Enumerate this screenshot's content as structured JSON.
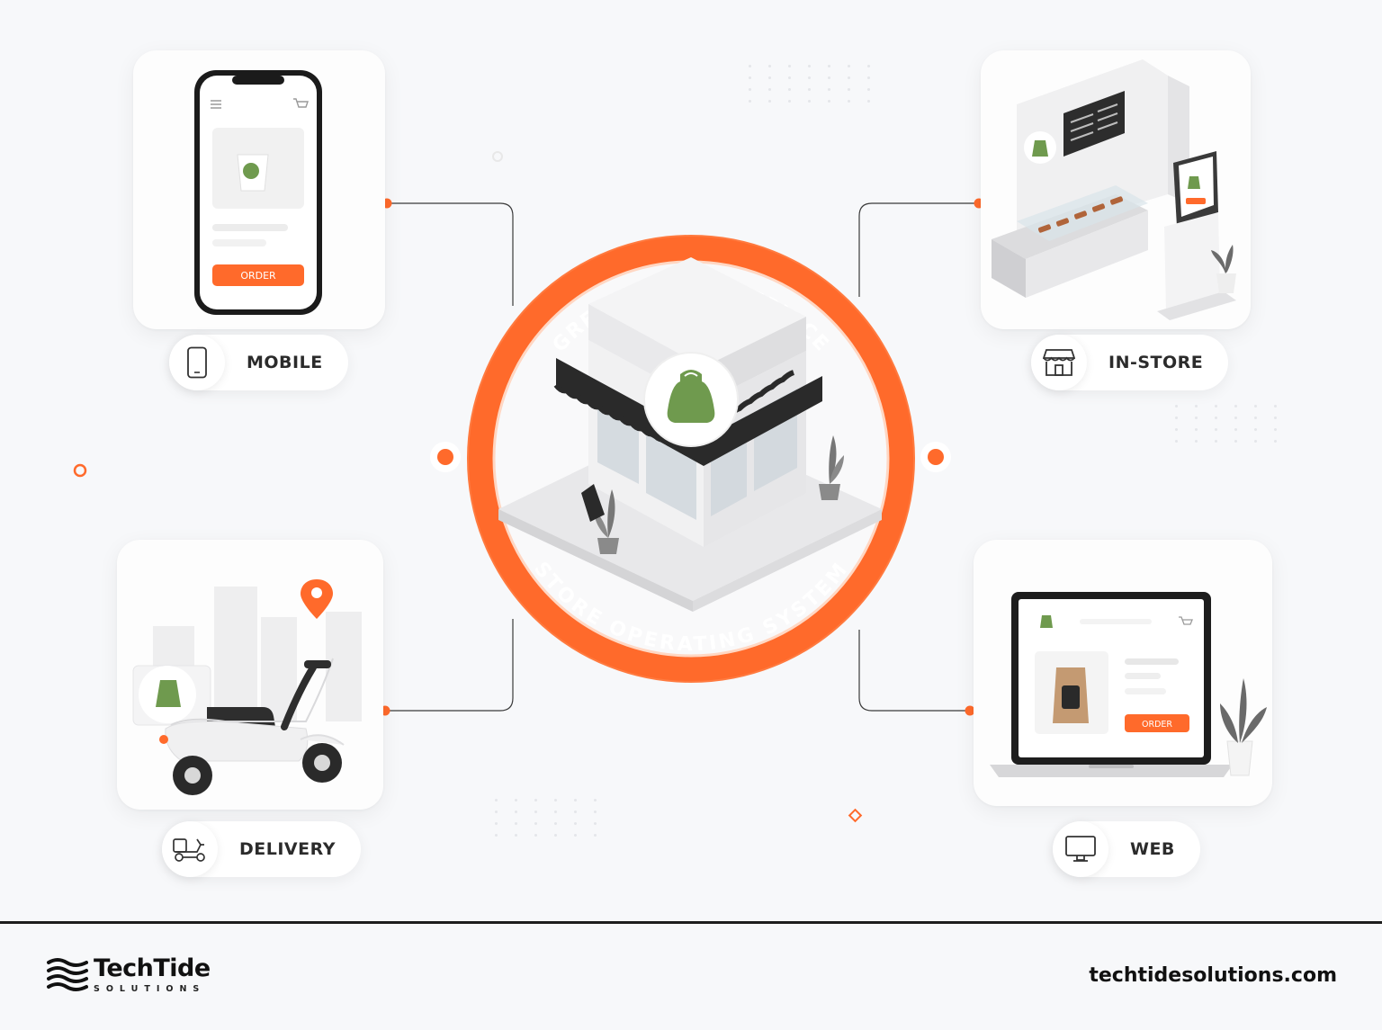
{
  "diagram": {
    "hub": {
      "top_arc_text": "GREEN APRON SERVICE",
      "bottom_arc_text": "STORE OPERATING SYSTEM",
      "icon": "storefront-with-apron-logo"
    },
    "channels": [
      {
        "id": "mobile",
        "label": "MOBILE",
        "icon": "smartphone-icon",
        "screen_button": "ORDER"
      },
      {
        "id": "in-store",
        "label": "IN-STORE",
        "icon": "storefront-icon"
      },
      {
        "id": "delivery",
        "label": "DELIVERY",
        "icon": "delivery-scooter-icon"
      },
      {
        "id": "web",
        "label": "WEB",
        "icon": "monitor-icon",
        "screen_button": "ORDER"
      }
    ]
  },
  "footer": {
    "brand_name": "TechTide",
    "brand_tagline": "SOLUTIONS",
    "website": "techtidesolutions.com"
  },
  "colors": {
    "accent": "#ff6a2b",
    "apron_green": "#6f9a4e",
    "text_dark": "#2b2b2b",
    "background": "#f7f8fa"
  }
}
